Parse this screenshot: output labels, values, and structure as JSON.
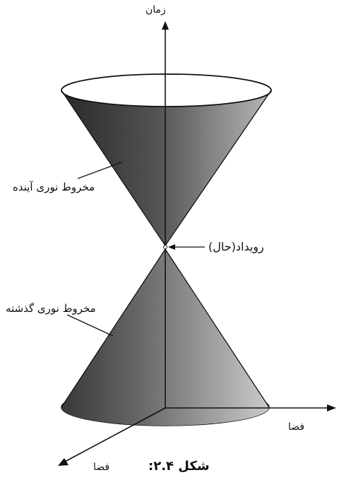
{
  "labels": {
    "time_axis": "زمان",
    "future_cone": "مخروط نوری آینده",
    "event": "رویداد(حال)",
    "past_cone": "مخروط نوری گذشته",
    "space_axis_right": "فضا",
    "space_axis_left": "فضا",
    "caption": "شکل ۲.۴:"
  },
  "colors": {
    "ink": "#111111",
    "cone_dark": "#3a3a3a",
    "cone_light": "#d8d8d8",
    "rim_fill": "#ffffff"
  }
}
